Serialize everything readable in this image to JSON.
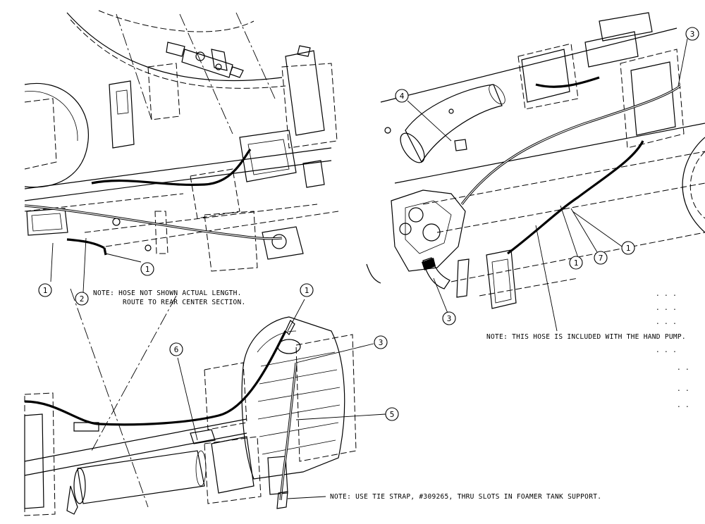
{
  "notes": {
    "hose_length_line1": "NOTE: HOSE NOT SHOWN ACTUAL LENGTH.",
    "hose_length_line2": "ROUTE TO REAR CENTER SECTION.",
    "hand_pump": "NOTE: THIS HOSE IS INCLUDED WITH THE HAND PUMP.",
    "tie_strap": "NOTE:  USE TIE STRAP, #309265, THRU SLOTS IN FOAMER TANK SUPPORT."
  },
  "balloons": {
    "upper_left": [
      "1",
      "1",
      "2"
    ],
    "upper_right": [
      "3",
      "4",
      "1",
      "7",
      "1",
      "3"
    ],
    "lower": [
      "1",
      "6",
      "3",
      "5"
    ]
  }
}
